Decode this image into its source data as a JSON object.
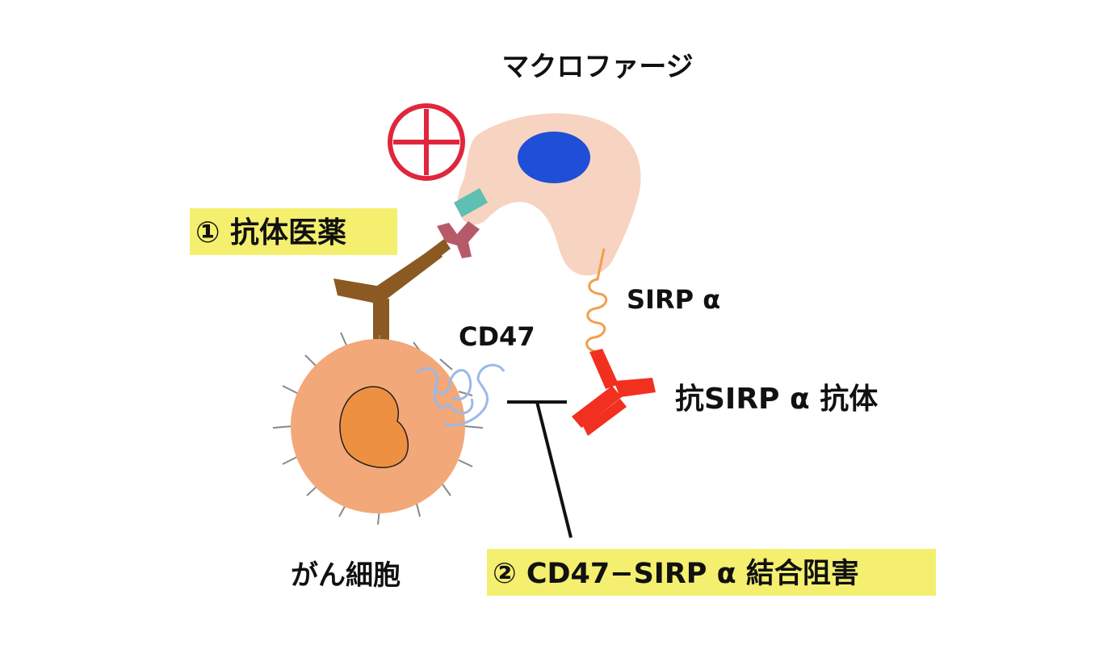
{
  "labels": {
    "macrophage": "マクロファージ",
    "antibody_drug": "① 抗体医薬",
    "sirpa": "SIRP α",
    "cd47": "CD47",
    "anti_sirpa_antibody": "抗SIRP α 抗体",
    "cancer_cell": "がん細胞",
    "binding_inhibition": "② CD47−SIRP α 結合阻害"
  },
  "colors": {
    "macrophage_body": "#f7d3c2",
    "macrophage_nucleus": "#1e4fd6",
    "plus_sign": "#e0263c",
    "fc_receptor_tip": "#5ebfb2",
    "fc_receptor": "#b65a6a",
    "therapeutic_antibody": "#8a5a22",
    "sirpa": "#f0a04a",
    "anti_sirpa_antibody": "#f2301f",
    "cd47": "#9bb9e6",
    "cancer_cell": "#f2a878",
    "cancer_nucleus": "#ee9042",
    "inhibition_line": "#111111",
    "highlight": "#f4ef6e"
  },
  "icons": {
    "plus": "plus-in-circle-icon"
  }
}
